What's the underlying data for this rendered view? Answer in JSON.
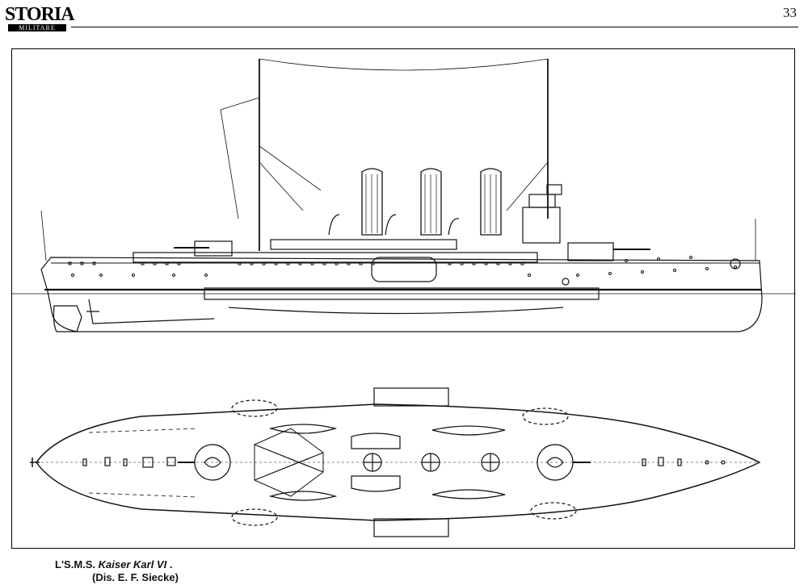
{
  "header": {
    "logo_title": "STORIA",
    "logo_subtitle": "MILITARE",
    "page_number": "33"
  },
  "caption": {
    "prefix": "L'S.M.S.",
    "ship_name": "Kaiser Karl VI",
    "suffix": ".",
    "credit": "(Dis. E. F. Siecke)"
  },
  "colors": {
    "ink": "#111111",
    "paper": "#ffffff"
  }
}
